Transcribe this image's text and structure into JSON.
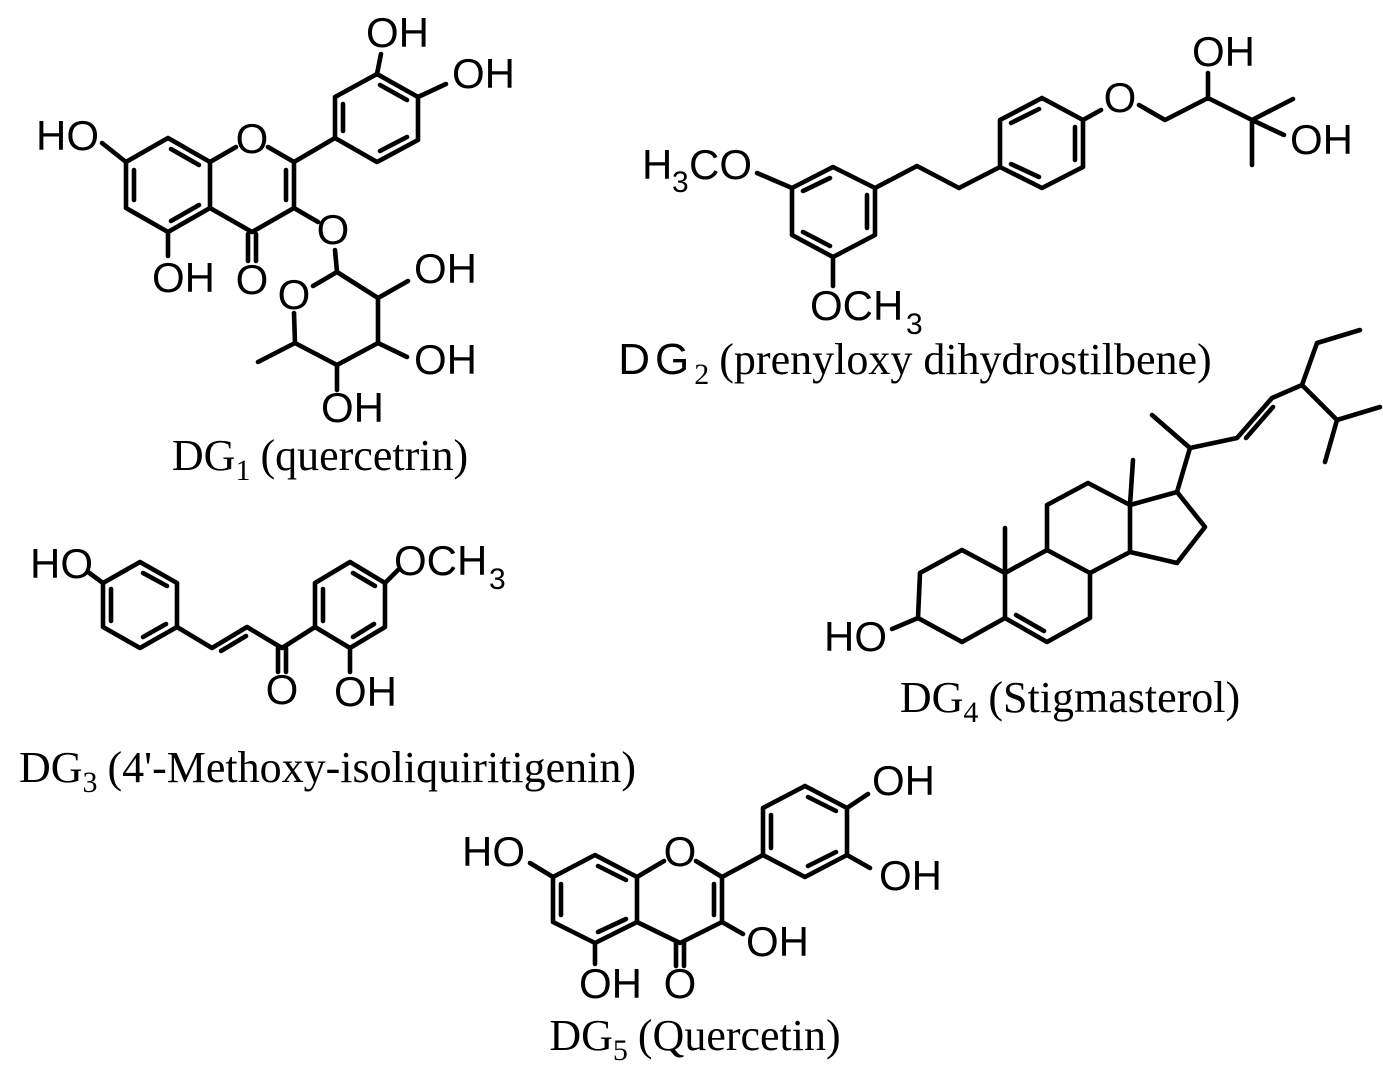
{
  "page": {
    "background": "#ffffff",
    "ink": "#000000"
  },
  "atom_labels": {
    "oh": "OH",
    "ho": "HO",
    "o": "O",
    "h": "H",
    "sub3": "3",
    "co": "CO",
    "och": "OCH"
  },
  "compounds": [
    {
      "code": "DG",
      "index": "1",
      "name": "(quercetrin)"
    },
    {
      "code": "DG",
      "index": "2",
      "name": "(prenyloxy dihydrostilbene)"
    },
    {
      "code": "DG",
      "index": "3",
      "name": "(4'-Methoxy-isoliquiritigenin)"
    },
    {
      "code": "DG",
      "index": "4",
      "name": "(Stigmasterol)"
    },
    {
      "code": "DG",
      "index": "5",
      "name": "(Quercetin)"
    }
  ]
}
